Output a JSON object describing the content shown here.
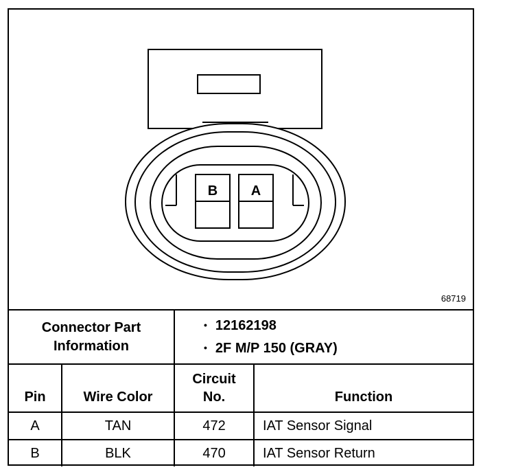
{
  "diagram": {
    "figure_id": "68719",
    "pins": [
      "B",
      "A"
    ]
  },
  "connector_info": {
    "label": "Connector Part Information",
    "items": [
      "12162198",
      "2F M/P 150 (GRAY)"
    ]
  },
  "table": {
    "headers": {
      "pin": "Pin",
      "wire_color": "Wire Color",
      "circuit_no": "Circuit No.",
      "function": "Function"
    },
    "rows": [
      {
        "pin": "A",
        "wire_color": "TAN",
        "circuit": "472",
        "function": "IAT Sensor Signal"
      },
      {
        "pin": "B",
        "wire_color": "BLK",
        "circuit": "470",
        "function": "IAT Sensor Return"
      }
    ]
  }
}
